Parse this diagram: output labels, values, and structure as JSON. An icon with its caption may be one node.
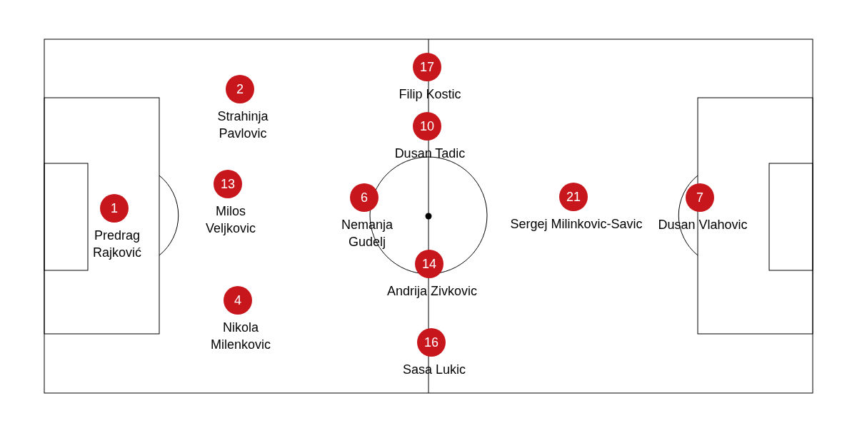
{
  "diagram": {
    "nodes": [
      {
        "text": [
          "1"
        ],
        "beside": [
          "Predrag Rajković"
        ]
      },
      {
        "text": [
          "2"
        ],
        "beside": [
          "Strahinja Pavlovic"
        ]
      },
      {
        "text": [
          "13"
        ],
        "beside": [
          "Milos Veljkovic"
        ]
      },
      {
        "text": [
          "4"
        ],
        "beside": [
          "Nikola Milenkovic"
        ]
      },
      {
        "text": [
          "17"
        ],
        "beside": [
          "Filip Kostic"
        ]
      },
      {
        "text": [
          "10"
        ],
        "beside": [
          "Dusan Tadic"
        ]
      },
      {
        "text": [
          "6"
        ],
        "beside": [
          "Nemanja Gudelj"
        ]
      },
      {
        "text": [
          "14"
        ],
        "beside": [
          "Andrija Zivkovic"
        ]
      },
      {
        "text": [
          "16"
        ],
        "beside": [
          "Sasa Lukic"
        ]
      },
      {
        "text": [
          "21"
        ],
        "beside": [
          "Sergej Milinkovic-Savic"
        ]
      },
      {
        "text": [
          "7"
        ],
        "beside": [
          "Dusan Vlahovic"
        ]
      }
    ]
  }
}
